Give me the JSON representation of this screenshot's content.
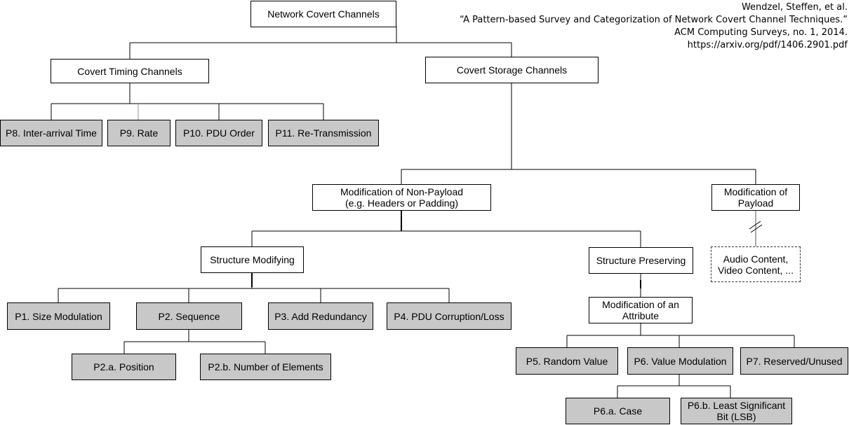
{
  "diagram": {
    "root": "Network Covert Channels",
    "categories": {
      "timing": "Covert Timing Channels",
      "storage": "Covert Storage Channels"
    },
    "timing_patterns": {
      "p8": "P8. Inter-arrival Time",
      "p9": "P9. Rate",
      "p10": "P10. PDU Order",
      "p11": "P11. Re-Transmission"
    },
    "storage": {
      "non_payload": "Modification of Non-Payload\n(e.g. Headers or Padding)",
      "payload": "Modification of\nPayload",
      "payload_examples": "Audio Content,\nVideo Content, ...",
      "structure_modifying": "Structure Modifying",
      "structure_preserving": "Structure Preserving",
      "attribute": "Modification of an\nAttribute"
    },
    "modifying_patterns": {
      "p1": "P1. Size Modulation",
      "p2": "P2. Sequence",
      "p2a": "P2.a. Position",
      "p2b": "P2.b. Number of Elements",
      "p3": "P3. Add Redundancy",
      "p4": "P4. PDU Corruption/Loss"
    },
    "preserving_patterns": {
      "p5": "P5. Random Value",
      "p6": "P6. Value Modulation",
      "p6a": "P6.a. Case",
      "p6b": "P6.b. Least Significant\nBit (LSB)",
      "p7": "P7. Reserved/Unused"
    }
  },
  "citation": {
    "line1": "Wendzel, Steffen, et al.",
    "line2": "“A Pattern-based Survey and Categorization of Network Covert Channel Techniques.”",
    "line3": "ACM Computing Surveys, no. 1, 2014.",
    "line4": "https://arxiv.org/pdf/1406.2901.pdf"
  },
  "colors": {
    "pattern_fill": "#c8c8c8",
    "concept_fill": "#ffffff",
    "line": "#000000"
  }
}
